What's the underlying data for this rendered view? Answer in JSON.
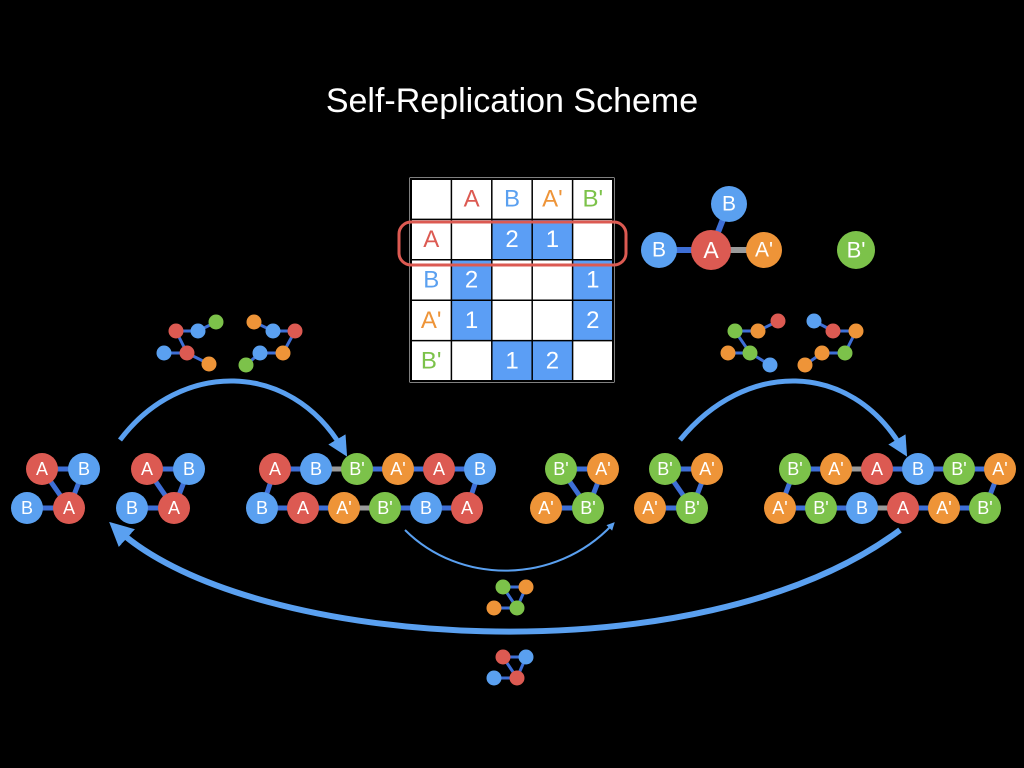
{
  "title": "Self-Replication Scheme",
  "colors": {
    "A": "#dc5a52",
    "B": "#5aa0f0",
    "A'": "#ee9438",
    "B'": "#7cc24a",
    "bond": "#3e6fd6",
    "bond_grey": "#9a9a9a",
    "arrow": "#5aa0f0",
    "highlight": "#dc5a52",
    "table_fill": "#5b9ef5",
    "background": "#000000"
  },
  "matrix": {
    "headers": [
      "A",
      "B",
      "A'",
      "B'"
    ],
    "rows": [
      [
        "",
        "2",
        "1",
        ""
      ],
      [
        "2",
        "",
        "",
        "1"
      ],
      [
        "1",
        "",
        "",
        "2"
      ],
      [
        "",
        "1",
        "2",
        ""
      ]
    ],
    "highlighted_row": "A"
  },
  "labels": {
    "A": "A",
    "B": "B",
    "A'": "A'",
    "B'": "B'"
  },
  "legend_molecule": {
    "center": "A",
    "neighbors": [
      "B",
      "B",
      "A'"
    ],
    "free": "B'"
  }
}
